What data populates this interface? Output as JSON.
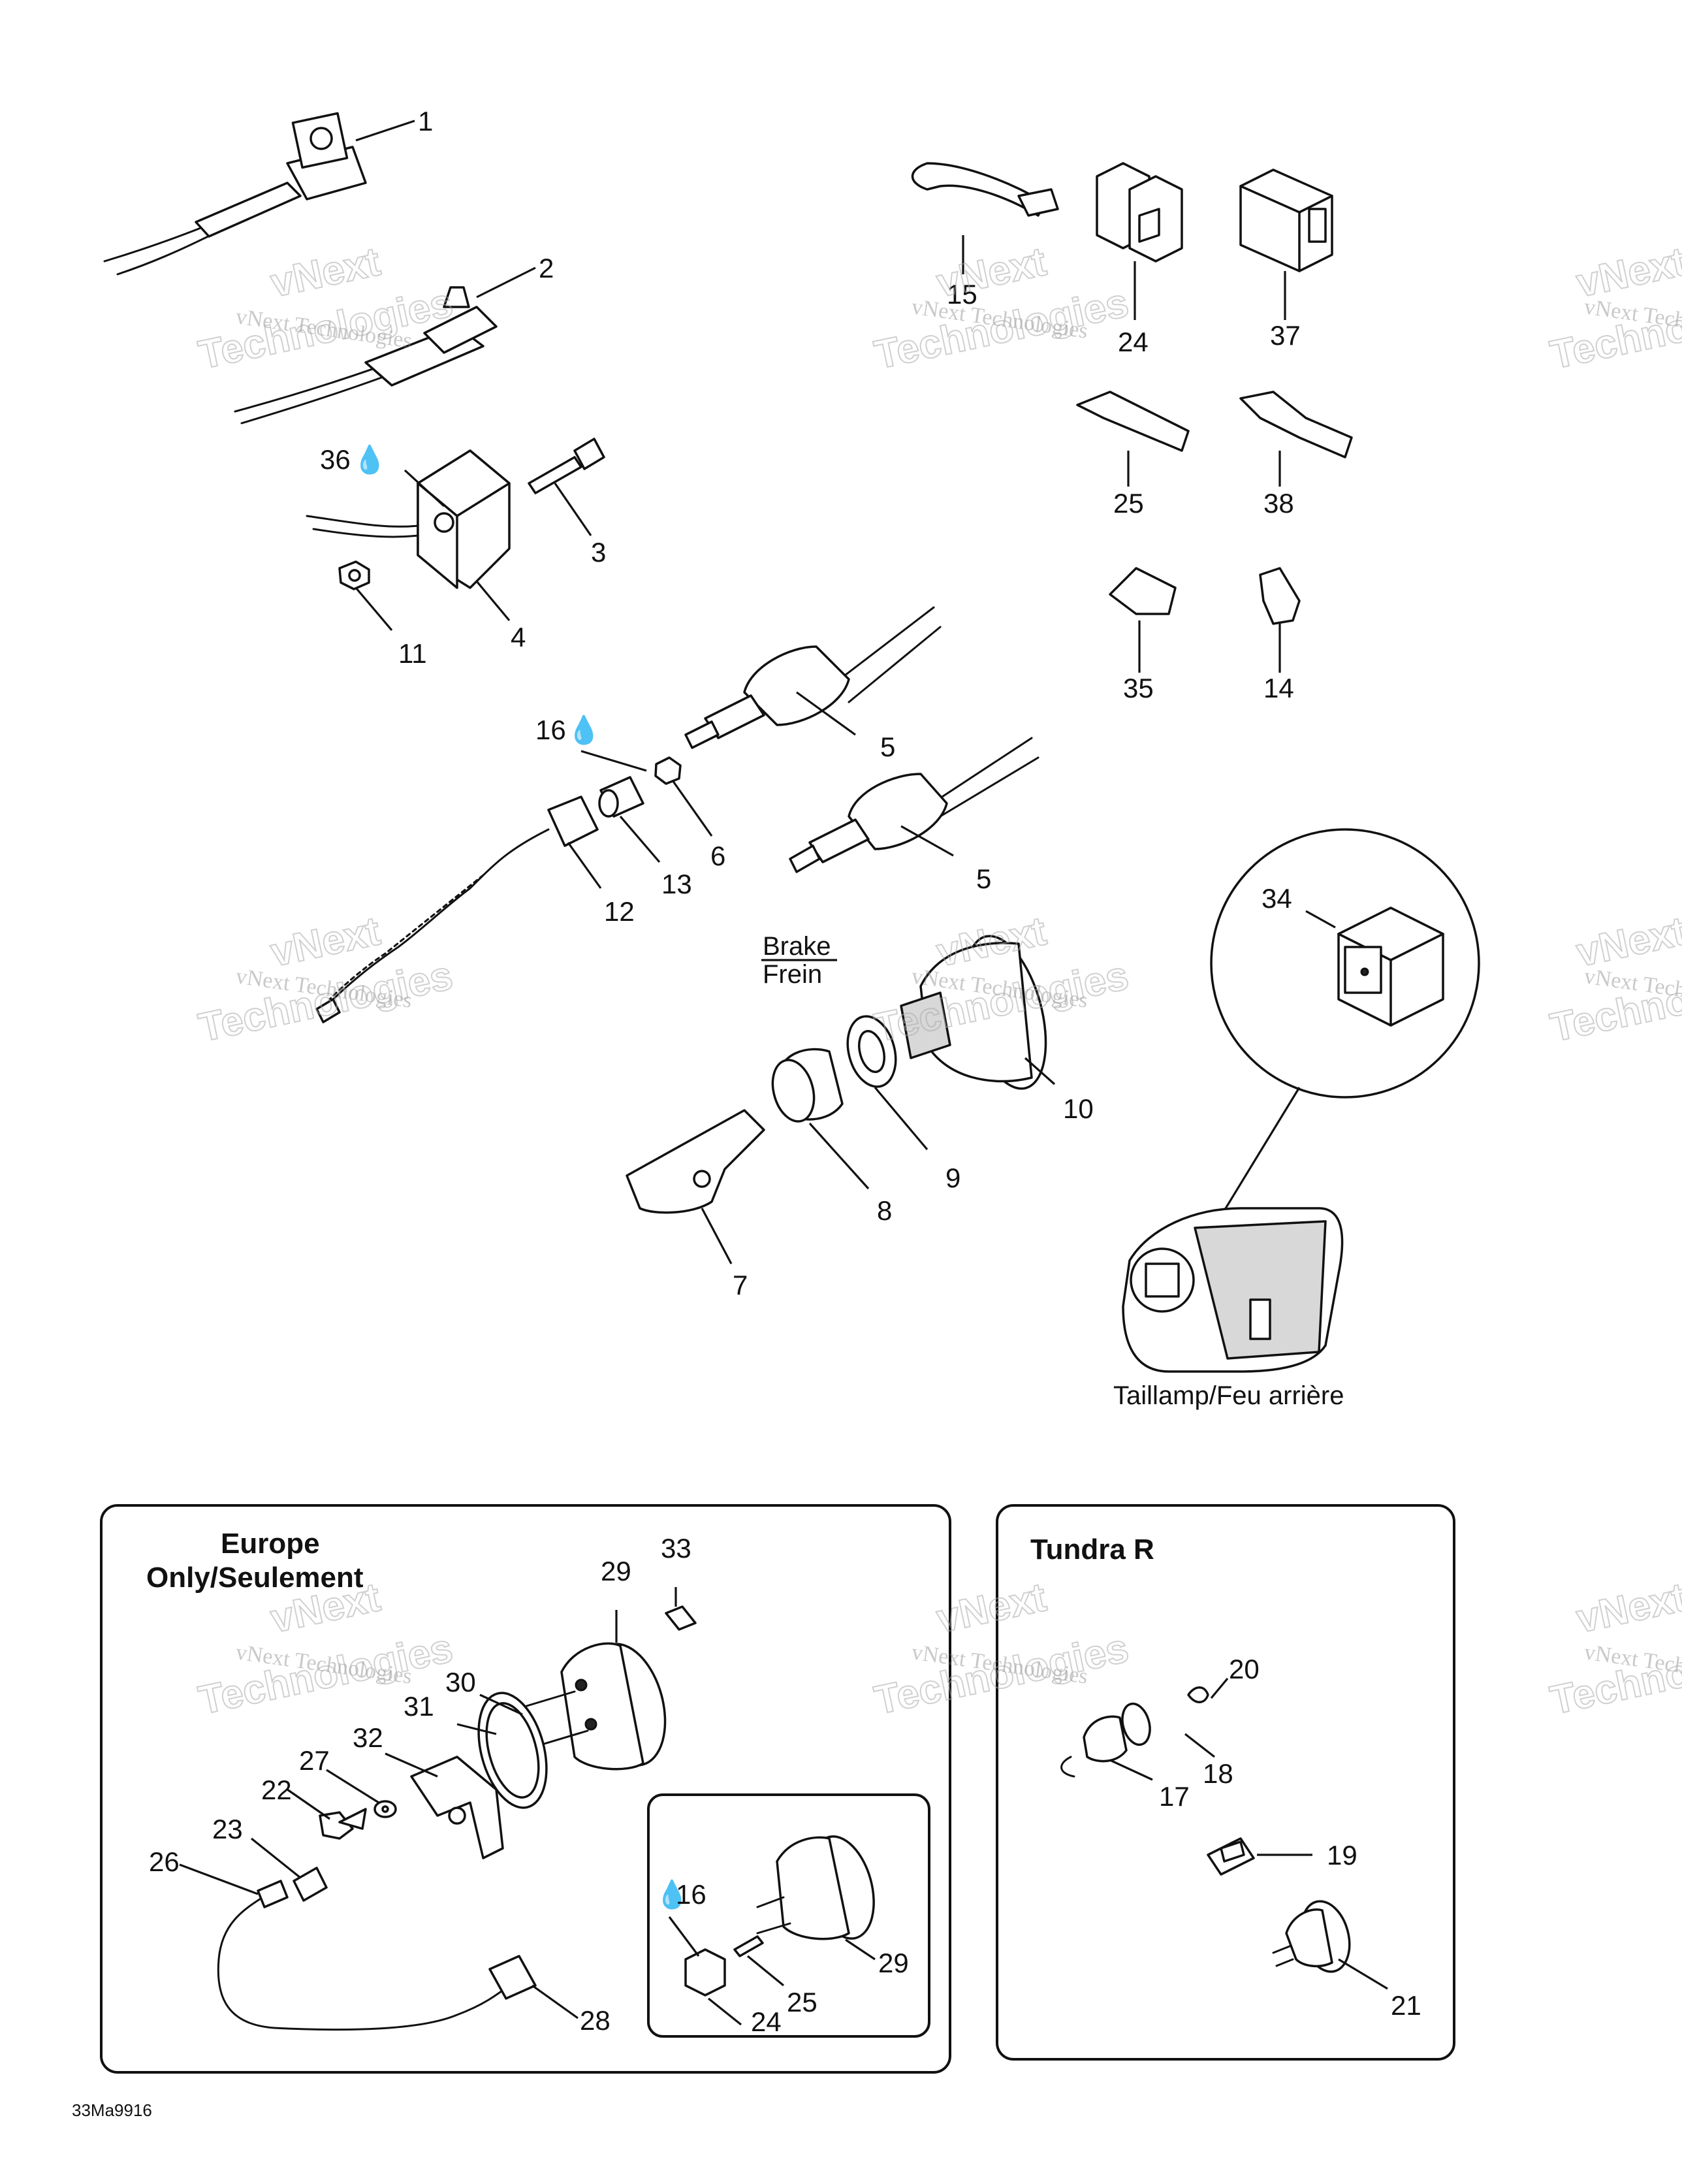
{
  "callouts": [
    "1",
    "2",
    "3",
    "4",
    "5",
    "5",
    "6",
    "7",
    "8",
    "9",
    "10",
    "11",
    "12",
    "13",
    "14",
    "15",
    "16",
    "17",
    "18",
    "19",
    "20",
    "21",
    "22",
    "23",
    "24",
    "24",
    "25",
    "25",
    "26",
    "27",
    "28",
    "29",
    "29",
    "30",
    "31",
    "32",
    "33",
    "34",
    "35",
    "36",
    "37",
    "38"
  ],
  "drop_callouts": [
    "36",
    "16",
    "16"
  ],
  "drop_glyph": "💧",
  "brake_label": "Brake",
  "frein_label": "Frein",
  "taillamp_label": "Taillamp/Feu arrière",
  "europe_title_line1": "Europe",
  "europe_title_line2": "Only/Seulement",
  "tundra_title": "Tundra R",
  "figure_code": "33Ma9916",
  "watermark": {
    "line": "vNext Technologies",
    "big": "Technologies",
    "top": "vNext"
  }
}
